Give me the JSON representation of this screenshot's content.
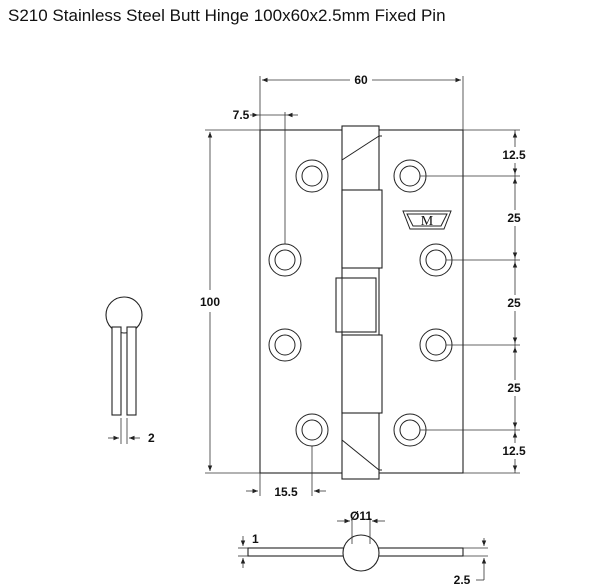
{
  "title": "S210 Stainless Steel Butt Hinge 100x60x2.5mm Fixed Pin",
  "logo_letter": "M",
  "dimensions": {
    "width": "60",
    "edge_offset": "7.5",
    "height": "100",
    "hole_offset_top": "12.5",
    "hole_spacing_1": "25",
    "hole_spacing_2": "25",
    "hole_spacing_3": "25",
    "hole_offset_bottom": "12.5",
    "hole_center_x": "15.5",
    "leaf_thickness_side": "2",
    "knuckle_diameter": "Ø11",
    "leaf_thickness_plan": "1",
    "open_thickness": "2.5"
  }
}
